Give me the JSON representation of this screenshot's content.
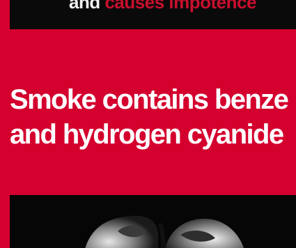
{
  "top_caption": {
    "part_white": "and",
    "part_red": "causes impotence",
    "color_white": "#f2f2f2",
    "color_red": "#c8102e"
  },
  "headline": {
    "line1": "Smoke contains benze",
    "line2": "and hydrogen cyanide"
  },
  "colors": {
    "background": "#d4002e",
    "band": "#0a0a0a",
    "text": "#ffffff"
  }
}
